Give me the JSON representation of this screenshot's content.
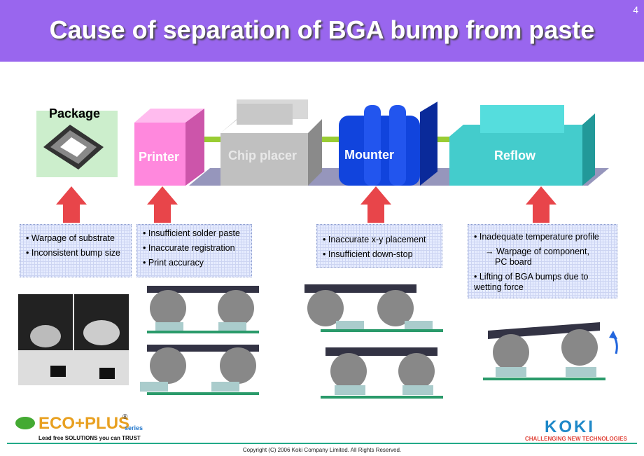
{
  "header": {
    "title": "Cause of separation of BGA bump from paste",
    "page_number": "4"
  },
  "stages": {
    "package": "Package",
    "printer": "Printer",
    "chip_placer": "Chip placer",
    "mounter": "Mounter",
    "reflow": "Reflow"
  },
  "notes": {
    "package": [
      "• Warpage of substrate",
      "• Inconsistent bump size"
    ],
    "printer": [
      "• Insufficient solder paste",
      "• Inaccurate registration",
      "• Print accuracy"
    ],
    "mounter": [
      "• Inaccurate x-y placement",
      "• Insufficient down-stop"
    ],
    "reflow": [
      "• Inadequate temperature profile",
      "→ Warpage of component,",
      "PC board",
      "• Lifting of BGA bumps due to wetting force"
    ]
  },
  "footer": {
    "eco_tagline": "Lead free SOLUTIONS you can TRUST",
    "koki_brand": "KOKI",
    "koki_tagline": "CHALLENGING NEW TECHNOLOGIES",
    "copyright": "Copyright (C) 2006 Koki Company Limited. All Rights Reserved."
  },
  "logo_text": {
    "eco": "ECO+PLUS",
    "series": "series",
    "reg": "®"
  },
  "colors": {
    "header": "#9966ee",
    "printer": "#ff88dd",
    "chip_placer": "#c0c0c0",
    "mounter": "#1144dd",
    "reflow": "#44cccc",
    "arrow": "#e8454a"
  }
}
